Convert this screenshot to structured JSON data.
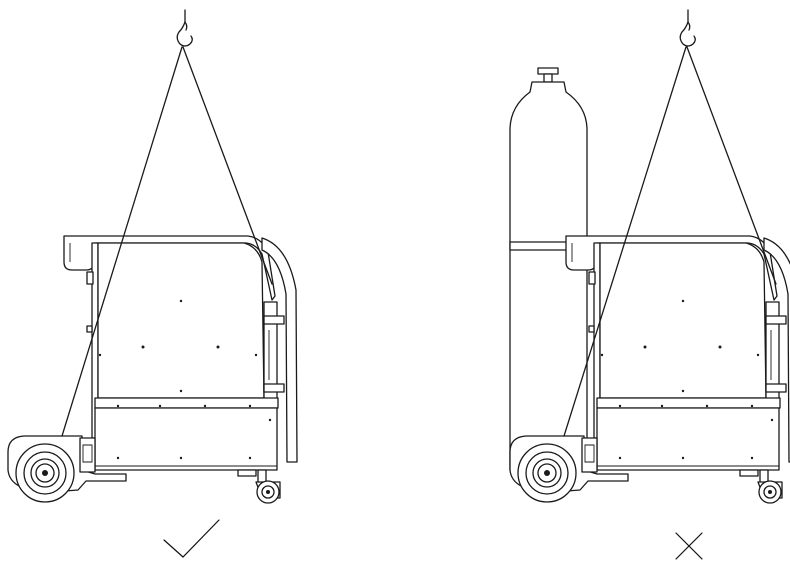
{
  "panels": [
    {
      "id": "left",
      "verdict": "correct",
      "verdict_icon": "checkmark-icon"
    },
    {
      "id": "right",
      "verdict": "incorrect",
      "verdict_icon": "cross-icon"
    }
  ],
  "colors": {
    "line": "#1a1a1a",
    "background": "#ffffff"
  }
}
